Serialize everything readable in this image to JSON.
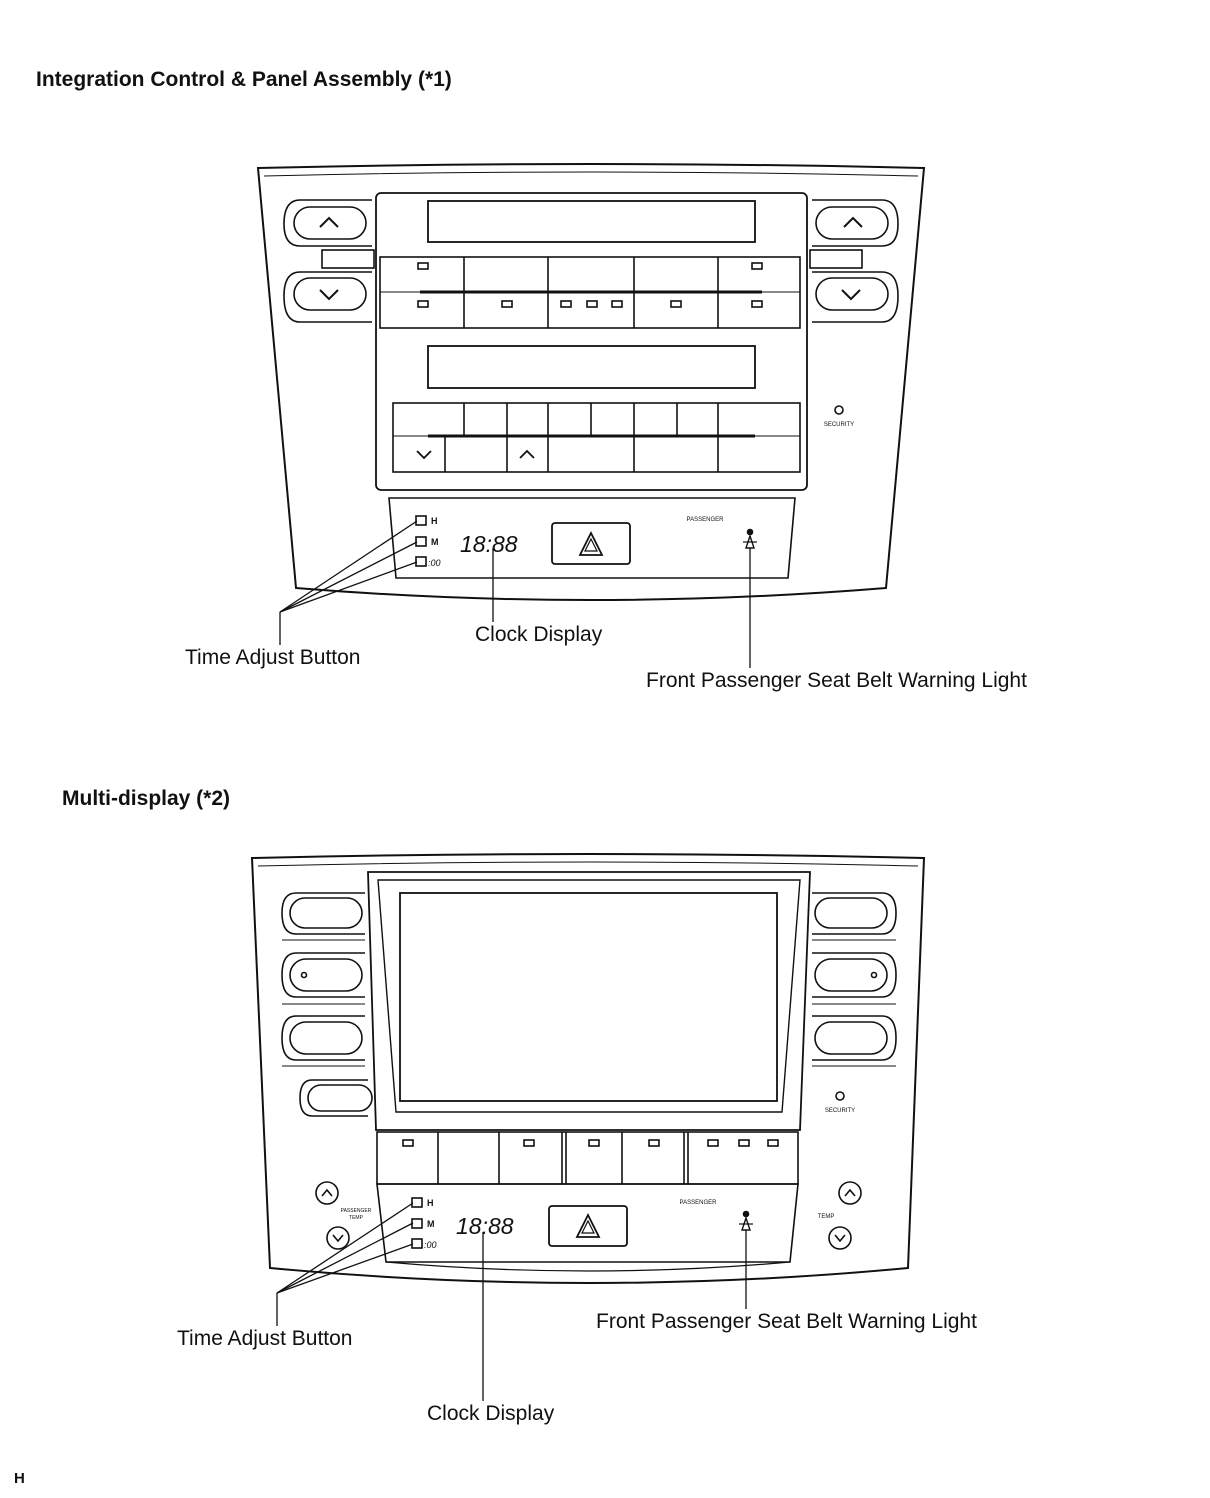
{
  "section1": {
    "title": "Integration Control & Panel Assembly (*1)",
    "labels": {
      "time_adjust": "Time Adjust Button",
      "clock_display": "Clock Display",
      "seat_belt_light": "Front Passenger Seat Belt Warning Light"
    },
    "panel_text": {
      "clock": "18:88",
      "btn_h": "H",
      "btn_m": "M",
      "btn_00": ":00",
      "passenger": "PASSENGER",
      "security": "SECURITY"
    }
  },
  "section2": {
    "title": "Multi-display  (*2)",
    "labels": {
      "time_adjust": "Time Adjust Button",
      "clock_display": "Clock Display",
      "seat_belt_light": "Front Passenger Seat Belt Warning Light"
    },
    "panel_text": {
      "clock": "18:88",
      "btn_h": "H",
      "btn_m": "M",
      "btn_00": ":00",
      "passenger": "PASSENGER",
      "security": "SECURITY",
      "passenger_temp_1": "PASSENGER",
      "passenger_temp_2": "TEMP",
      "temp": "TEMP"
    }
  },
  "footer": {
    "mark": "H"
  }
}
